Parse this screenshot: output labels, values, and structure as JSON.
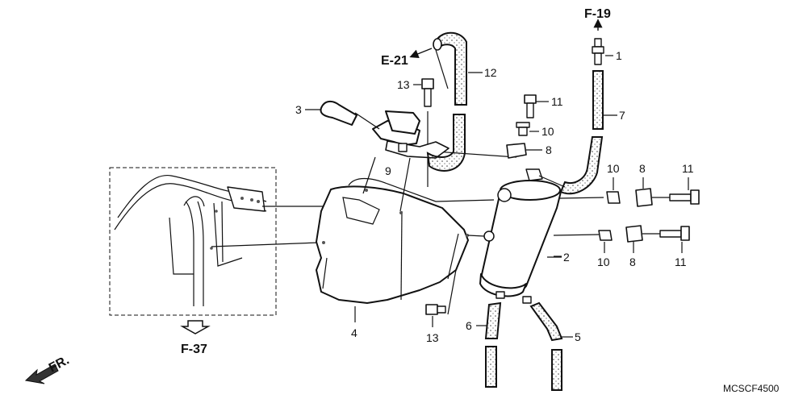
{
  "diagram": {
    "references": {
      "e21": "E-21",
      "f19": "F-19",
      "f37": "F-37",
      "front": "FR."
    },
    "part_code": "MCSCF4500",
    "callouts": {
      "c1": "1",
      "c2": "2",
      "c3": "3",
      "c4": "4",
      "c5": "5",
      "c6": "6",
      "c7": "7",
      "c8a": "8",
      "c8b": "8",
      "c8c": "8",
      "c9": "9",
      "c10a": "10",
      "c10b": "10",
      "c10c": "10",
      "c11a": "11",
      "c11b": "11",
      "c11c": "11",
      "c12": "12",
      "c13a": "13",
      "c13b": "13"
    }
  }
}
